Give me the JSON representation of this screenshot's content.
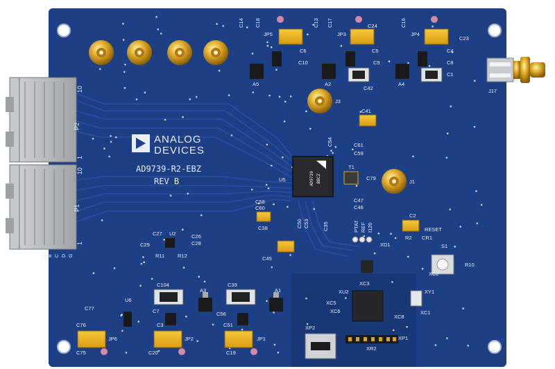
{
  "board": {
    "brand_line1": "ANALOG",
    "brand_line2": "DEVICES",
    "model": "AD9739-R2-EBZ",
    "revision": "REV B",
    "colors": {
      "pcb": "#1d3f86",
      "pcb_dark": "#132d66",
      "silkscreen": "#e9eef8",
      "gold": "#d9a520",
      "connector_gray": "#b9bcc0"
    }
  },
  "designators": {
    "j3": "J3",
    "j1": "J1",
    "j17": "J17",
    "p2": "P2",
    "p1": "P1",
    "u5": "U5",
    "u2": "U2",
    "u6": "U6",
    "a5": "A5",
    "a2": "A2",
    "a4": "A4",
    "a3": "A3",
    "a1": "A1",
    "jp5": "JP5",
    "jp3": "JP3",
    "jp4": "JP4",
    "jp6": "JP6",
    "jp2": "JP2",
    "jp1": "JP1",
    "c41": "C41",
    "c61": "C61",
    "c59": "C59",
    "c79": "C79",
    "c58": "C58",
    "c60": "C60",
    "c38": "C38",
    "c45": "C45",
    "c27": "C27",
    "c26": "C26",
    "c28": "C28",
    "c29": "C29",
    "r11": "R11",
    "r12": "R12",
    "t1": "T1",
    "c2": "C2",
    "r2": "R2",
    "cr1": "CR1",
    "s1": "S1",
    "reset": "RESET",
    "r10": "R10",
    "xc2": "XC2",
    "xy1": "XY1",
    "xc1": "XC1",
    "xu2": "XU2",
    "xc5": "XC5",
    "xc6": "XC6",
    "xc8": "XC8",
    "xc3": "XC3",
    "xp2": "XP2",
    "xr2": "XR2",
    "xp1": "XP1",
    "xd1": "XD1",
    "c104": "C104",
    "c39": "C39",
    "c77": "C77",
    "c76": "C76",
    "c75": "C75",
    "c20": "C20",
    "c19": "C19",
    "c51": "C51",
    "c56": "C56",
    "c14": "C14",
    "c18": "C18",
    "c13": "C13",
    "c17": "C17",
    "c24": "C24",
    "c16": "C16",
    "c23": "C23",
    "c6": "C6",
    "c5": "C5",
    "c4": "C4",
    "c10": "C10",
    "c9": "C9",
    "c8": "C8",
    "c42": "C42",
    "c1": "C1",
    "c7": "C7",
    "c3": "C3",
    "ptat": "PTAT",
    "ref": "REF",
    "i120": "I120",
    "c50": "C50",
    "c53": "C53",
    "c35": "C35",
    "c47": "C47",
    "c54": "C54",
    "c46": "C46"
  },
  "chips": {
    "main_line1": "AD9739",
    "main_line2": "BBCZ"
  },
  "edge_labels": {
    "row_a": "A",
    "row_b": "B",
    "row_c": "C",
    "row_d": "D",
    "row_g": "G",
    "pin_10_top": "10",
    "pin_1_top": "1",
    "pin_10_bot": "10",
    "pin_1_bot": "1"
  }
}
